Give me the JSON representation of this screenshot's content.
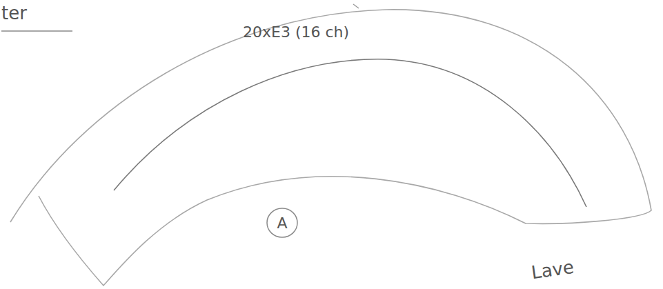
{
  "diagram": {
    "title": "ter",
    "nodes": [
      {
        "text": [
          "20xE3 (16 ch)"
        ]
      },
      {
        "text": [
          "A"
        ]
      }
    ],
    "labels": [
      "Lave"
    ]
  }
}
